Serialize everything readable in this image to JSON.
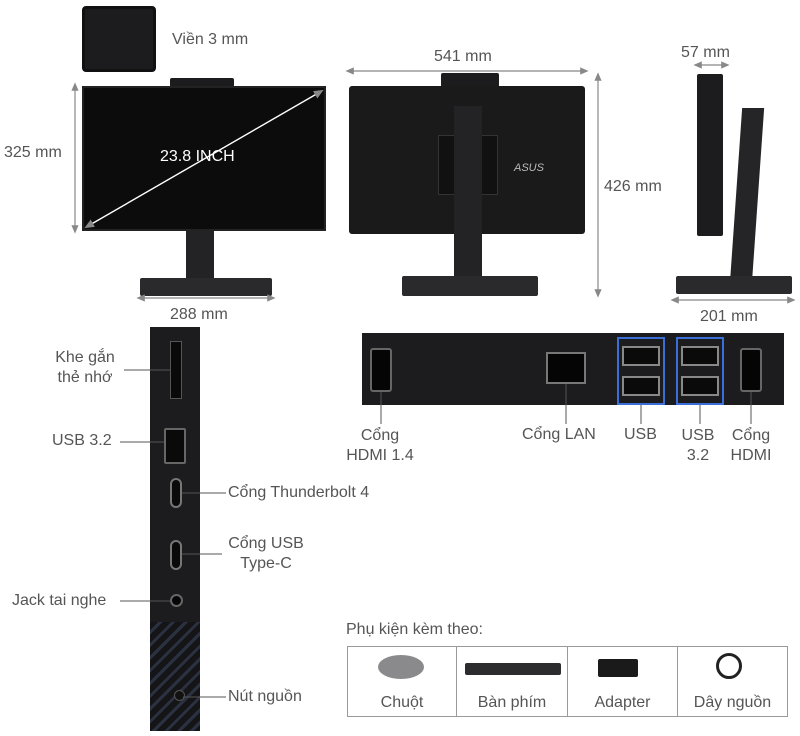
{
  "dimensions": {
    "bezel": "Viền 3 mm",
    "height_front": "325 mm",
    "diagonal": "23.8 INCH",
    "width_stand": "288 mm",
    "width_back": "541 mm",
    "height_back": "426 mm",
    "depth_top": "57 mm",
    "depth_base": "201 mm"
  },
  "brand": "ASUS",
  "side_ports": [
    {
      "label": "Khe gắn\nthẻ nhớ"
    },
    {
      "label": "USB 3.2"
    },
    {
      "label": "Cổng Thunderbolt 4"
    },
    {
      "label": "Cổng USB\nType-C"
    },
    {
      "label": "Jack tai nghe"
    },
    {
      "label": "Nút nguồn"
    }
  ],
  "rear_ports": [
    {
      "label": "Cổng\nHDMI 1.4"
    },
    {
      "label": "Cổng LAN"
    },
    {
      "label": "USB"
    },
    {
      "label": "USB\n3.2"
    },
    {
      "label": "Cổng\nHDMI"
    }
  ],
  "accessories": {
    "title": "Phụ kiện kèm theo:",
    "items": [
      {
        "label": "Chuột",
        "icon": "mouse-icon"
      },
      {
        "label": "Bàn phím",
        "icon": "keyboard-icon"
      },
      {
        "label": "Adapter",
        "icon": "adapter-icon"
      },
      {
        "label": "Dây nguồn",
        "icon": "power-cord-icon"
      }
    ]
  },
  "colors": {
    "device": "#1c1c1e",
    "accent_blue": "#3a6fd8",
    "line": "#888888"
  }
}
